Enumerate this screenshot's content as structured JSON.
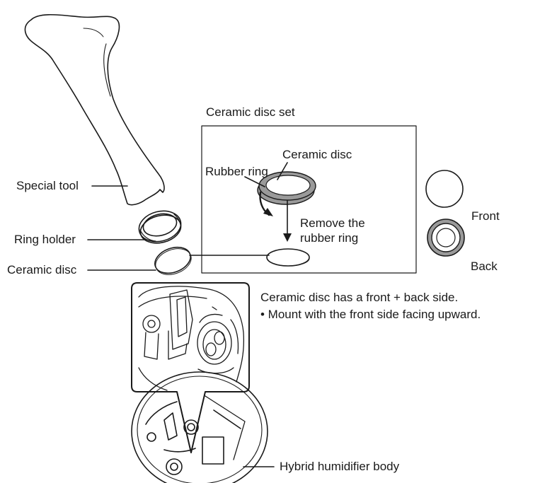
{
  "labels": {
    "special_tool": "Special tool",
    "ring_holder": "Ring holder",
    "ceramic_disc_left": "Ceramic disc",
    "ceramic_disc_set": "Ceramic disc set",
    "ceramic_disc_inset": "Ceramic disc",
    "rubber_ring": "Rubber ring",
    "remove_line1": "Remove the",
    "remove_line2": "rubber ring",
    "front": "Front",
    "back": "Back",
    "note_line1": "Ceramic disc has a front + back side.",
    "note_line2": "• Mount with the front side facing upward.",
    "body": "Hybrid humidifier body"
  },
  "colors": {
    "line": "#1a1a1a",
    "rubber_ring_gray": "#9a9a9a"
  }
}
